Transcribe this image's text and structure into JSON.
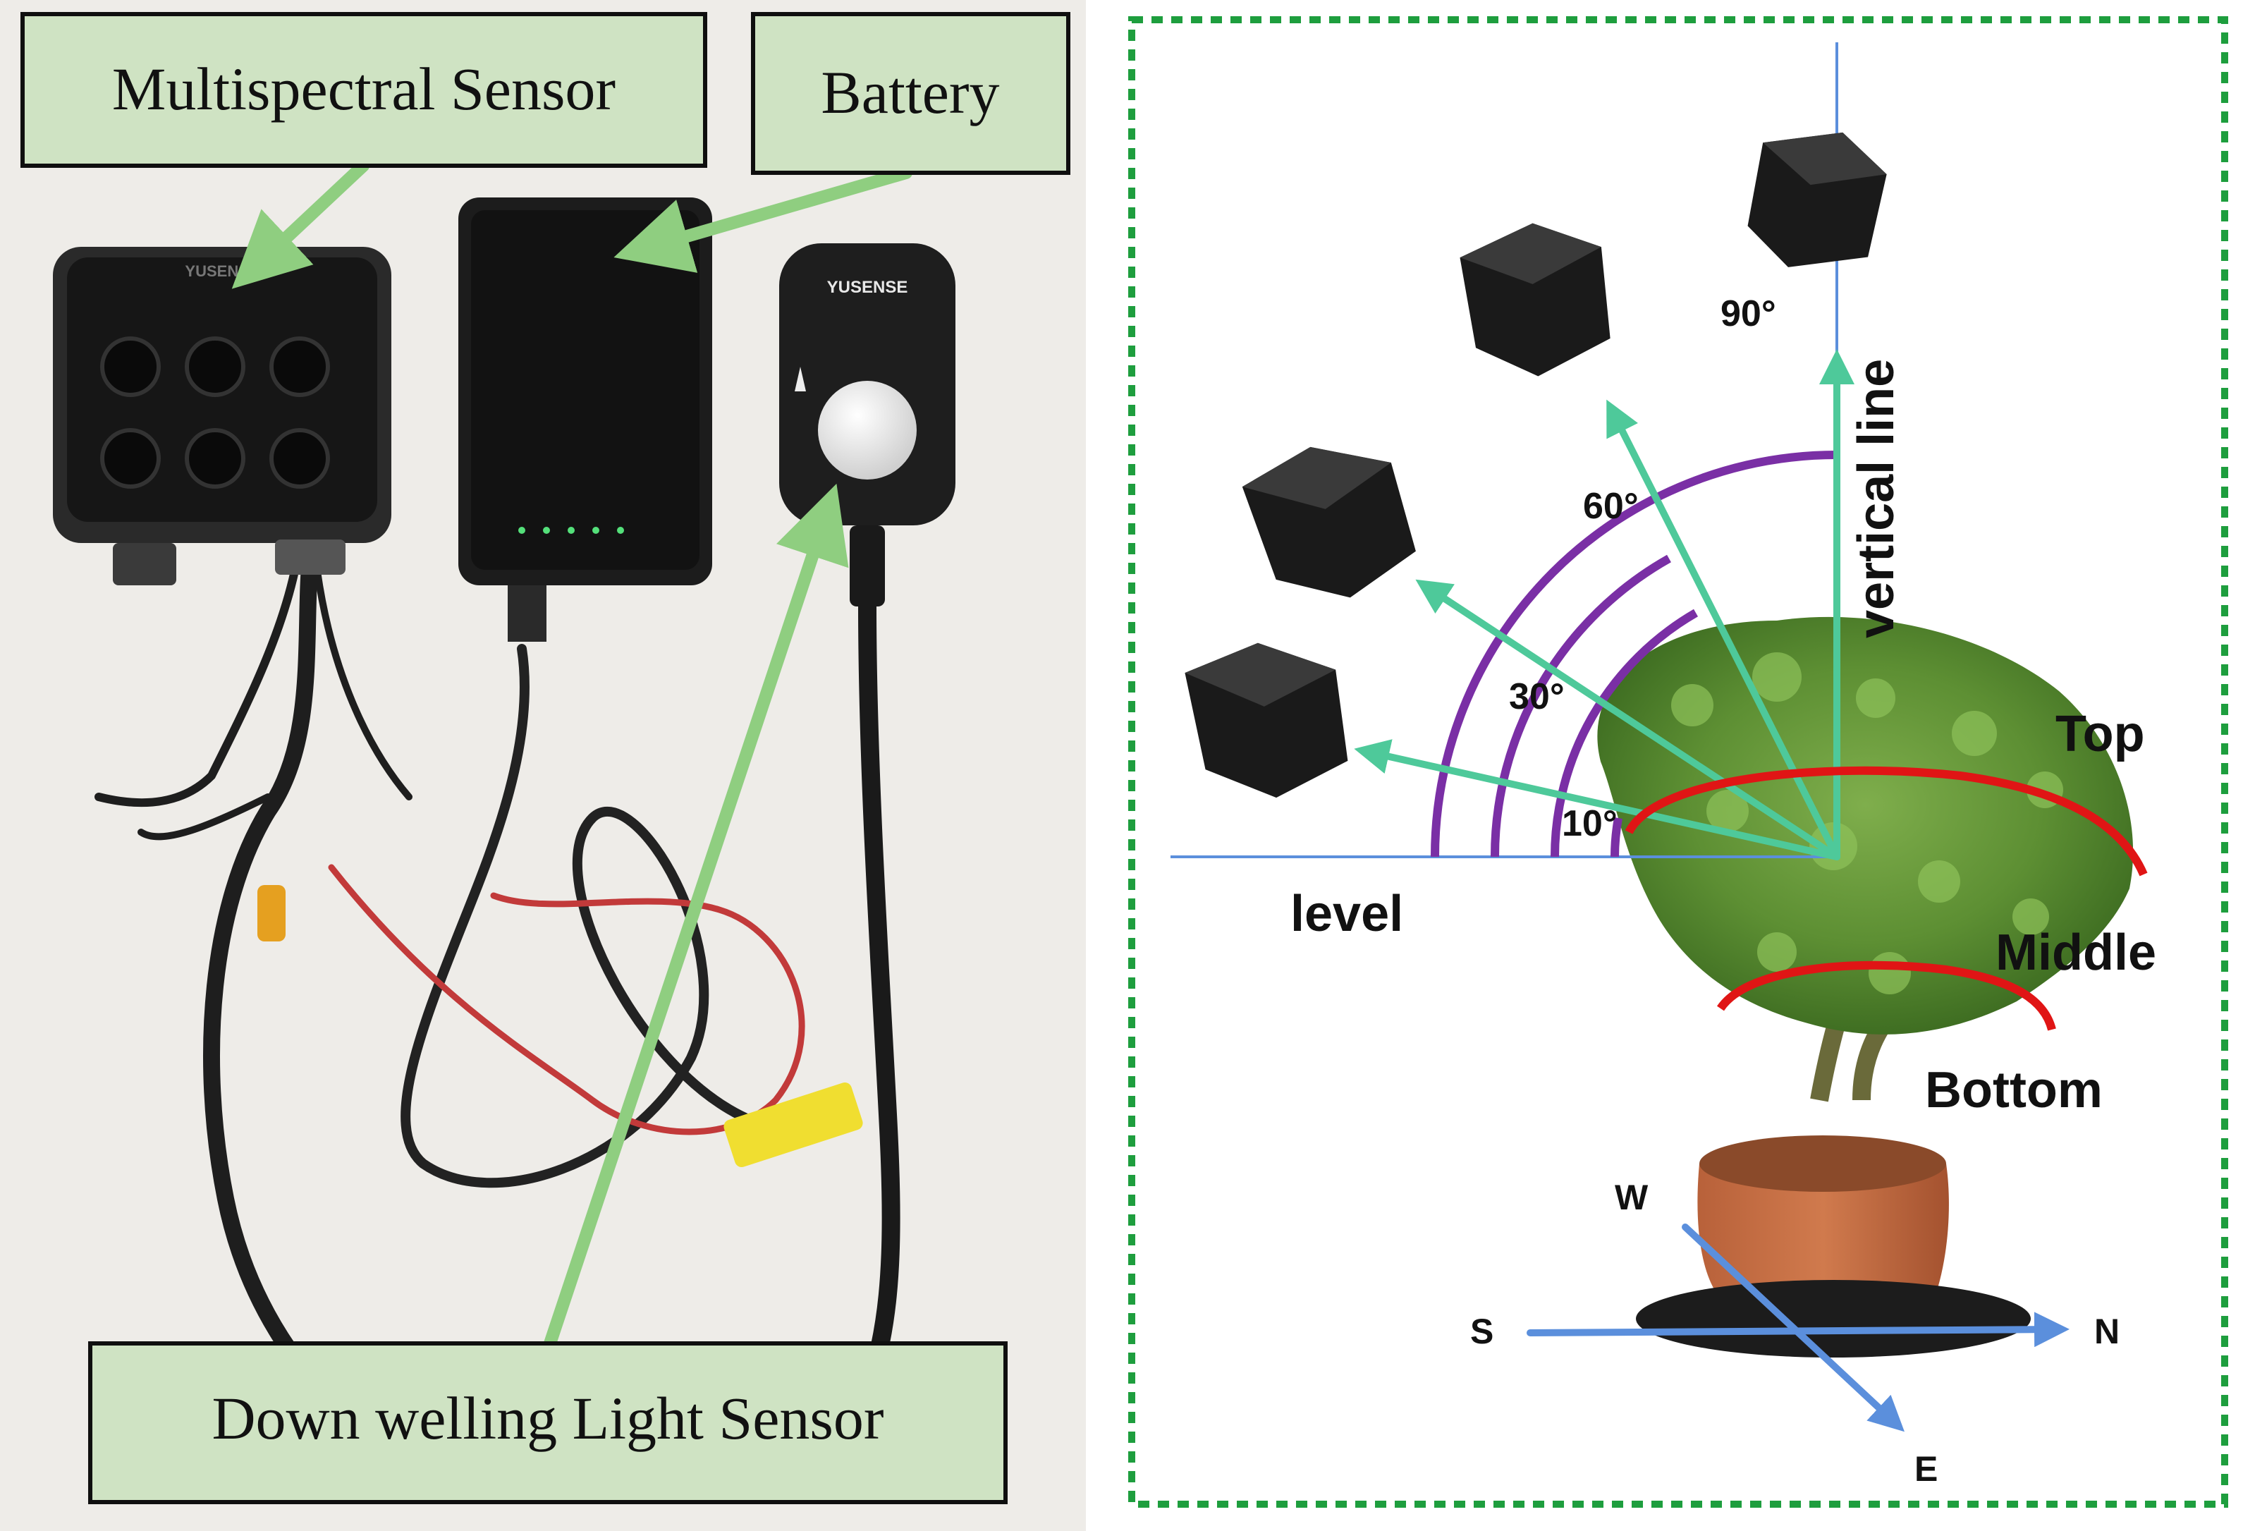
{
  "left_panel": {
    "labels": {
      "multispectral": "Multispectral Sensor",
      "battery": "Battery",
      "downwelling": "Down welling Light Sensor"
    },
    "device_text": {
      "sensor_brand": "YUSENSE",
      "dls_brand": "YUSENSE"
    }
  },
  "right_panel": {
    "angles": [
      "90°",
      "60°",
      "30°",
      "10°"
    ],
    "axis_labels": {
      "vertical": "vertical line",
      "level": "level"
    },
    "canopy_layers": {
      "top": "Top",
      "middle": "Middle",
      "bottom": "Bottom"
    },
    "compass": {
      "west": "W",
      "south": "S",
      "north": "N",
      "east": "E"
    }
  },
  "colors": {
    "label_box_fill": "#cfe3c3",
    "pointer_arrow": "#8fce80",
    "sight_arrow": "#4ec99a",
    "angle_arc": "#7a2fa5",
    "layer_ellipse": "#e01515",
    "reference_line": "#5b8fdc",
    "panel_border": "#1e9e3e"
  }
}
